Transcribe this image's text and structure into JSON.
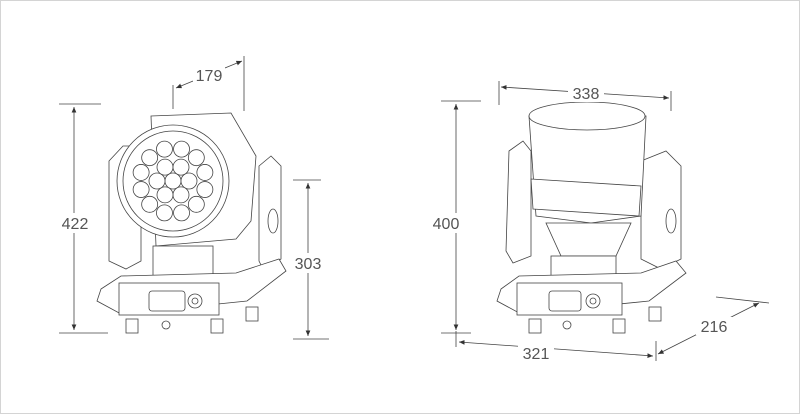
{
  "title": "Moving head fixture dimensions drawing",
  "front_view": {
    "width": "179",
    "total_height": "422",
    "yoke_height": "303"
  },
  "perspective_view": {
    "head_width": "338",
    "height": "400",
    "base_length": "321",
    "base_depth": "216"
  }
}
